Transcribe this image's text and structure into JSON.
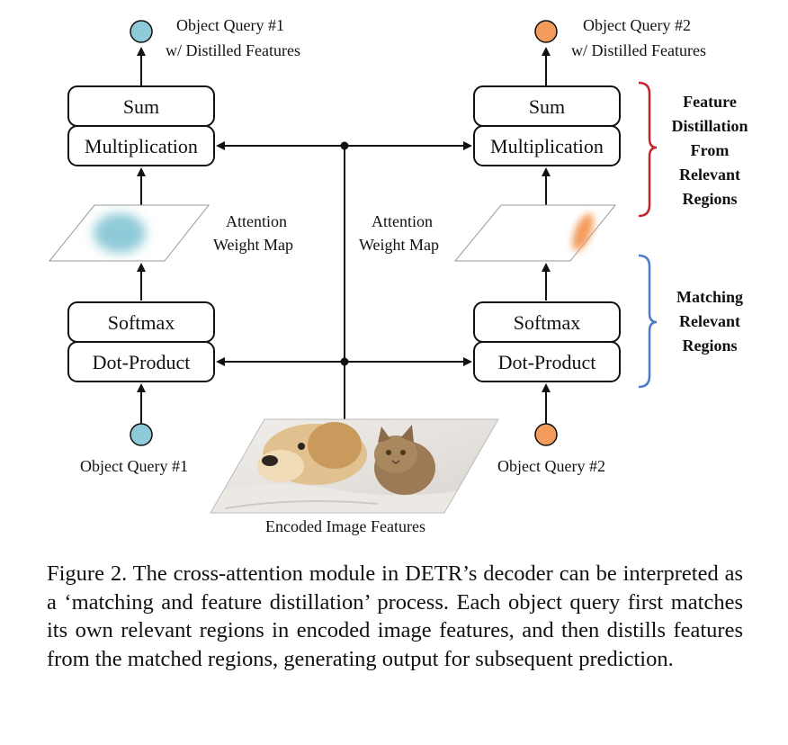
{
  "left": {
    "output_label_1": "Object Query #1",
    "output_label_2": "w/ Distilled Features",
    "sum": "Sum",
    "multiplication": "Multiplication",
    "attention_1": "Attention",
    "attention_2": "Weight Map",
    "softmax": "Softmax",
    "dot_product": "Dot-Product",
    "input_label": "Object Query #1",
    "color": "#8ecad8"
  },
  "right": {
    "output_label_1": "Object Query #2",
    "output_label_2": "w/ Distilled Features",
    "sum": "Sum",
    "multiplication": "Multiplication",
    "attention_1": "Attention",
    "attention_2": "Weight Map",
    "softmax": "Softmax",
    "dot_product": "Dot-Product",
    "input_label": "Object Query #2",
    "color": "#f39b5b"
  },
  "brackets": {
    "distill_1": "Feature",
    "distill_2": "Distillation",
    "distill_3": "From",
    "distill_4": "Relevant",
    "distill_5": "Regions",
    "match_1": "Matching",
    "match_2": "Relevant",
    "match_3": "Regions",
    "distill_color": "#c0262d",
    "match_color": "#4a7cc9"
  },
  "center": {
    "image_label": "Encoded Image Features"
  },
  "caption": "Figure 2. The cross-attention module in DETR’s decoder can be interpreted as a ‘matching and feature distillation’ process. Each object query first matches its own relevant regions in encoded image features, and then distills features from the matched regions, generating output for subsequent prediction."
}
